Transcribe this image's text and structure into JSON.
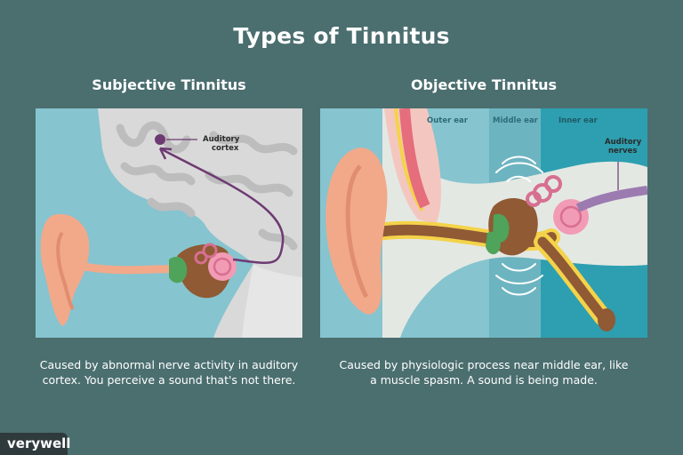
{
  "title": "Types of Tinnitus",
  "left": {
    "heading": "Subjective Tinnitus",
    "label_cortex": "Auditory cortex",
    "label_cortex_line1": "Auditory",
    "label_cortex_line2": "cortex",
    "caption": "Caused by abnormal nerve activity in auditory cortex. You perceive a sound that's not there."
  },
  "right": {
    "heading": "Objective Tinnitus",
    "zone_outer": "Outer ear",
    "zone_middle": "Middle ear",
    "zone_inner": "Inner ear",
    "label_nerves_line1": "Auditory",
    "label_nerves_line2": "nerves",
    "caption": "Caused by physiologic process near middle ear, like a muscle spasm. A sound is being made."
  },
  "brand": "verywell",
  "colors": {
    "background": "#4b6e6f",
    "panel_blue": "#86c4cf",
    "brain_gray": "#d8d8d8",
    "ear_skin": "#f2a98a",
    "nerve_purple": "#6e3a73"
  }
}
